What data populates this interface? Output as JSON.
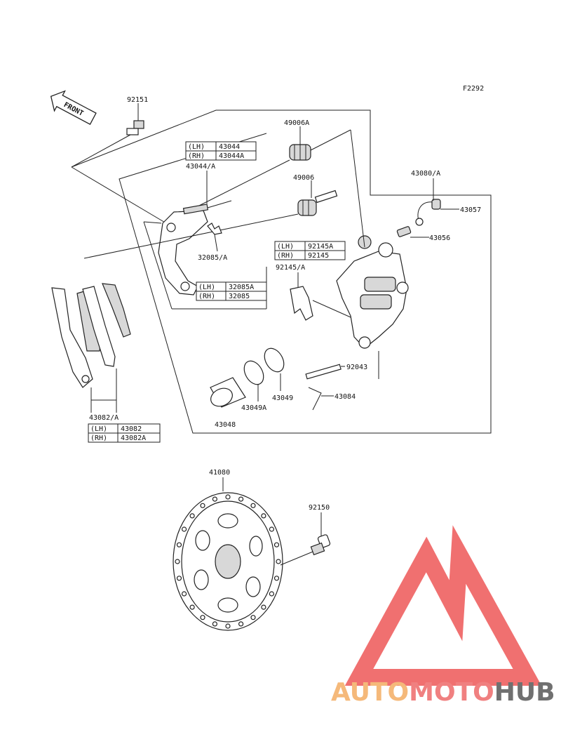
{
  "diagram_code": "F2292",
  "front_label": "FRONT",
  "callouts": {
    "p92151": "92151",
    "p49006A": "49006A",
    "p43044A_group": "43044/A",
    "p49006": "49006",
    "p43080A": "43080/A",
    "p43057": "43057",
    "p43056": "43056",
    "p32085A_group": "32085/A",
    "p92145A_group": "92145/A",
    "p92043": "92043",
    "p43049": "43049",
    "p43049A": "43049A",
    "p43084": "43084",
    "p43048": "43048",
    "p43082A_group": "43082/A",
    "p41080": "41080",
    "p92150": "92150"
  },
  "variant_tables": {
    "t43044": {
      "rows": [
        {
          "side": "(LH)",
          "part": "43044"
        },
        {
          "side": "(RH)",
          "part": "43044A"
        }
      ]
    },
    "t32085": {
      "rows": [
        {
          "side": "(LH)",
          "part": "32085A"
        },
        {
          "side": "(RH)",
          "part": "32085"
        }
      ]
    },
    "t92145": {
      "rows": [
        {
          "side": "(LH)",
          "part": "92145A"
        },
        {
          "side": "(RH)",
          "part": "92145"
        }
      ]
    },
    "t43082": {
      "rows": [
        {
          "side": "(LH)",
          "part": "43082"
        },
        {
          "side": "(RH)",
          "part": "43082A"
        }
      ]
    }
  },
  "watermark": {
    "part1": "AUTO",
    "part2": "MOTO",
    "part3": "HUB",
    "color1": "#f5b97a",
    "color2": "#f08080",
    "color3": "#707070",
    "triangle_color": "#f07070"
  }
}
